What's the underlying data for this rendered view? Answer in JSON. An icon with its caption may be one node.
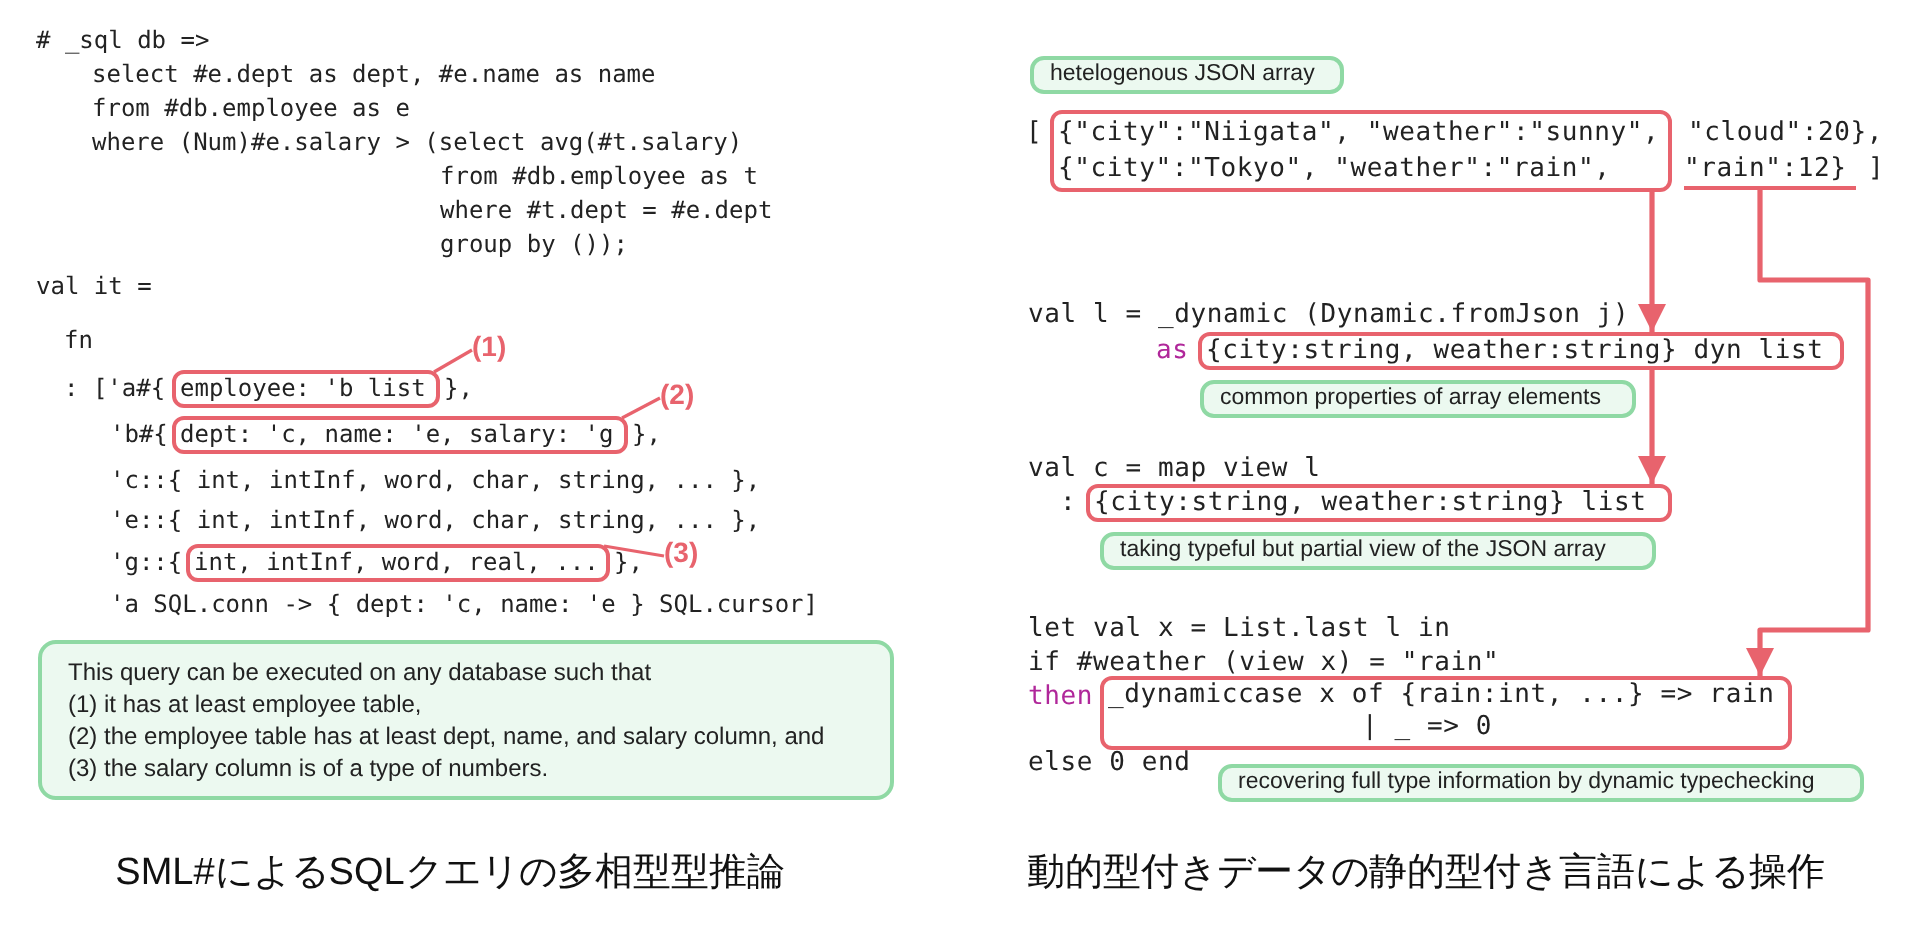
{
  "diagram": {
    "nodes": [
      {
        "text": [
          "employee: 'b list"
        ]
      },
      {
        "text": [
          "dept: 'c, name: 'e, salary: 'g"
        ]
      },
      {
        "text": [
          "int, intInf, word, real, ..."
        ]
      },
      {
        "text": [
          "(1)"
        ]
      },
      {
        "text": [
          "(2)"
        ]
      },
      {
        "text": [
          "(3)"
        ]
      },
      {
        "text": [
          "This query can be executed on any database such that",
          "(1) it has at least employee table,",
          "(2) the employee table has at least dept, name, and salary column, and",
          "(3) the salary column is of a type of numbers."
        ]
      },
      {
        "text": [
          "hetelogenous JSON array"
        ]
      },
      {
        "text": [
          "{\"city\":\"Niigata\", \"weather\":\"sunny\", {\"city\":\"Tokyo\", \"weather\":\"rain\","
        ]
      },
      {
        "text": [
          "\"rain\":12}"
        ]
      },
      {
        "text": [
          "{city:string, weather:string} dyn list"
        ]
      },
      {
        "text": [
          "common properties of array elements"
        ]
      },
      {
        "text": [
          "{city:string, weather:string} list"
        ]
      },
      {
        "text": [
          "taking typeful but partial view of the JSON array"
        ]
      },
      {
        "text": [
          "_dynamiccase x of {rain:int, ...} => rain",
          "| _ => 0"
        ]
      },
      {
        "text": [
          "recovering full type information by dynamic typechecking"
        ]
      }
    ],
    "edges": [
      {
        "from": 3,
        "to": 0,
        "arrow": "none"
      },
      {
        "from": 4,
        "to": 1,
        "arrow": "none"
      },
      {
        "from": 5,
        "to": 2,
        "arrow": "none"
      },
      {
        "from": 8,
        "to": 10,
        "arrow": "to"
      },
      {
        "from": 10,
        "to": 12,
        "arrow": "to"
      },
      {
        "from": 9,
        "to": 14,
        "arrow": "to"
      }
    ],
    "labels": [
      "# _sql db =>",
      "select #e.dept as dept, #e.name as name",
      "from #db.employee as e",
      "where (Num)#e.salary > (select avg(#t.salary)",
      "from #db.employee as t",
      "where #t.dept = #e.dept",
      "group by ());",
      "val it =",
      "fn",
      ": ['a#{",
      "},",
      "'b#{",
      "},",
      "'c::{ int, intInf, word, char, string, ... },",
      "'e::{ int, intInf, word, char, string, ... },",
      "'g::{",
      "},",
      "'a SQL.conn -> { dept: 'c, name: 'e } SQL.cursor]",
      "SML#によるSQLクエリの多相型型推論",
      "[",
      "\"cloud\":20},",
      "]",
      "val l = _dynamic (Dynamic.fromJson j)",
      "as",
      "val c = map view l",
      ":",
      "let val x = List.last l in",
      "if #weather (view x) = \"rain\"",
      "then",
      "else 0 end",
      "動的型付きデータの静的型付き言語による操作"
    ]
  }
}
